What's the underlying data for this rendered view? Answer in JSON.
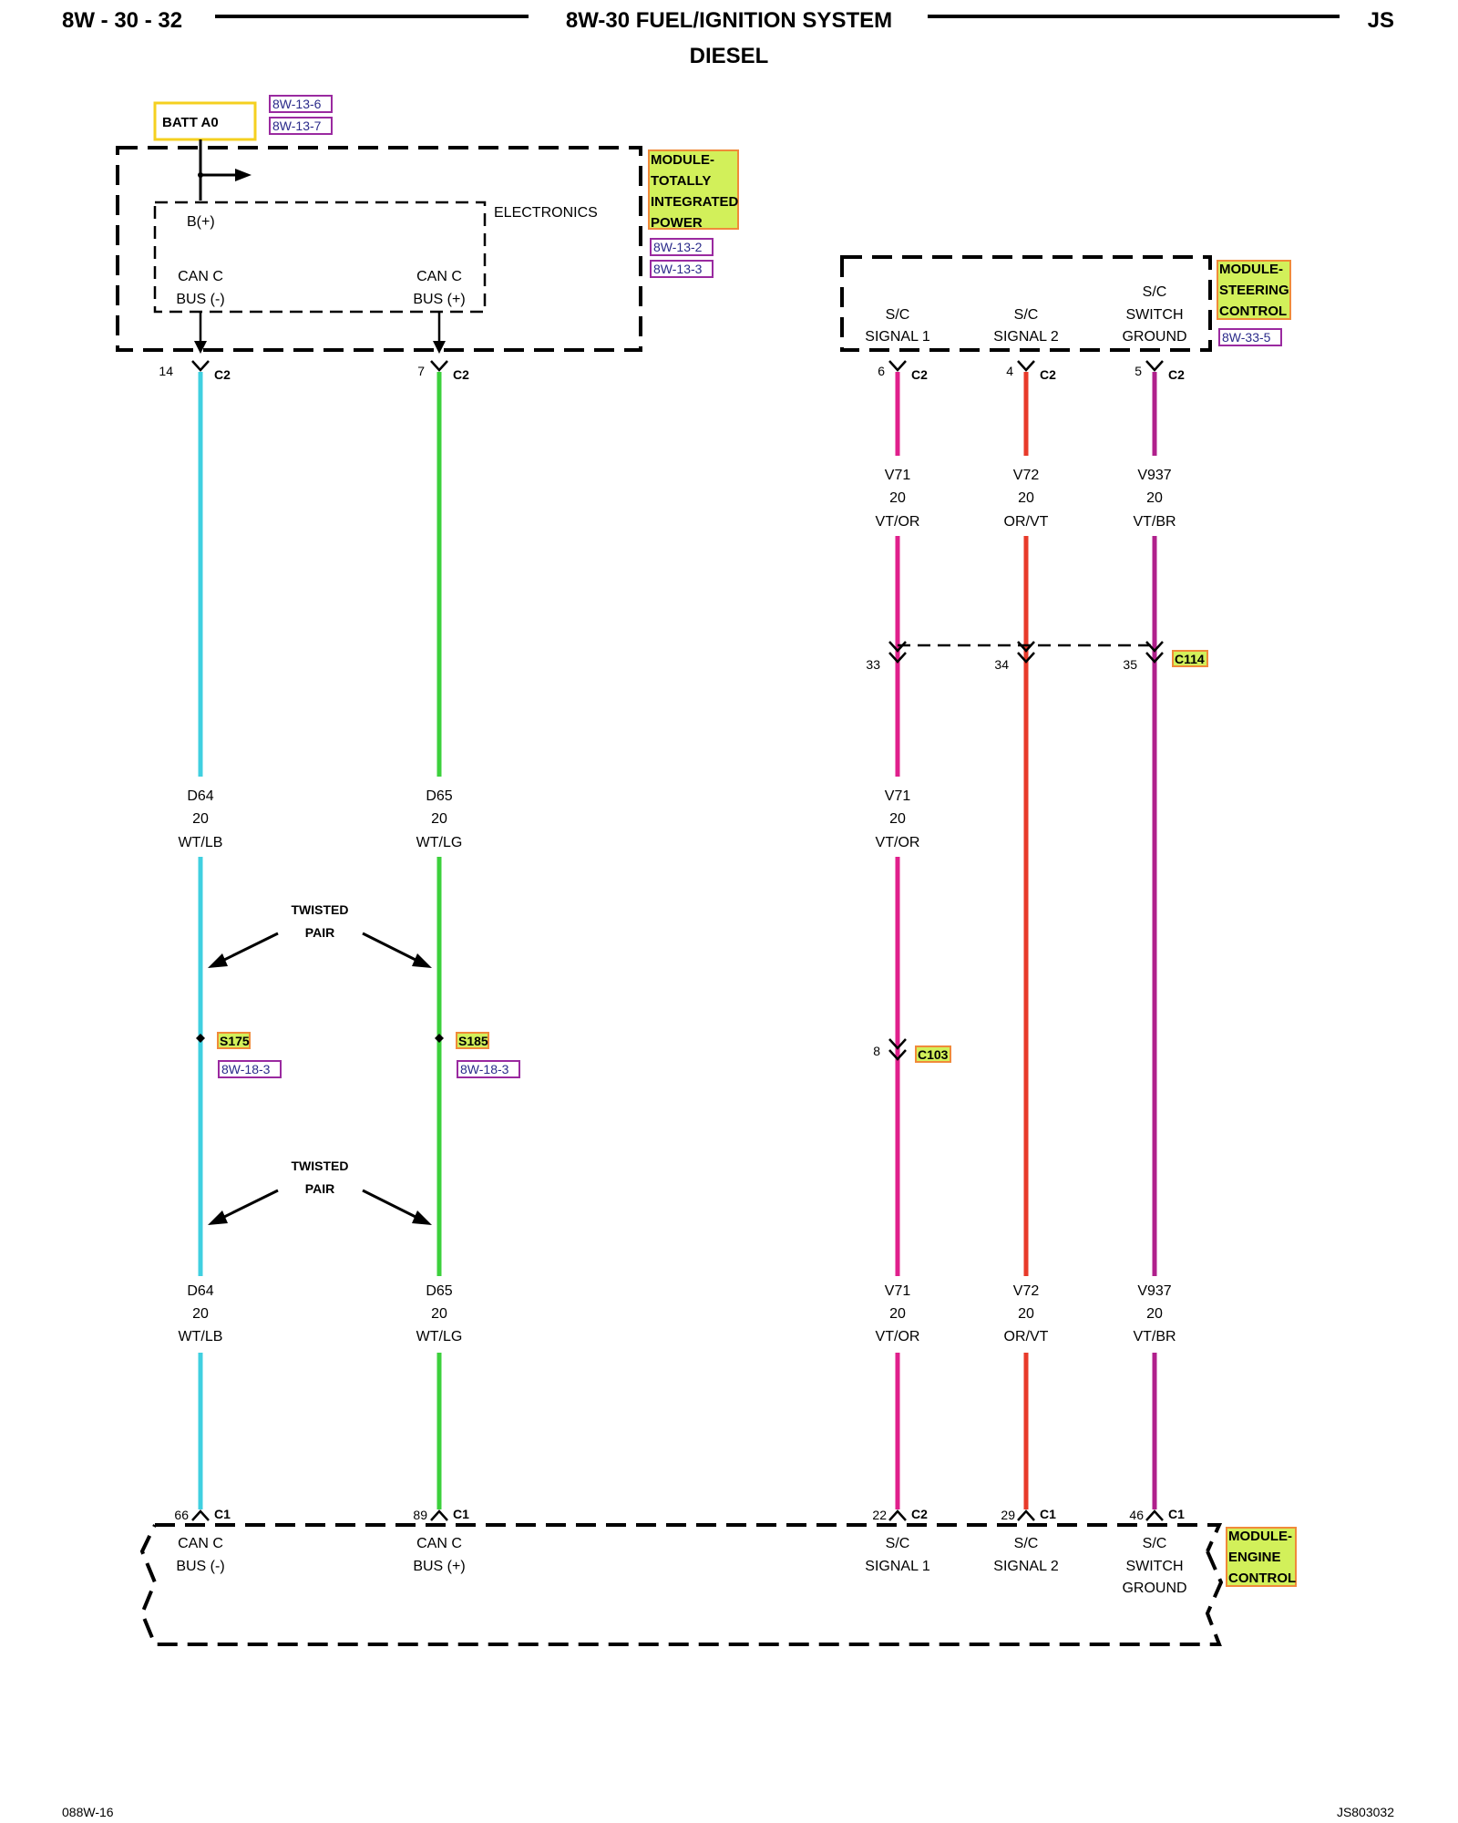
{
  "header": {
    "page_left": "8W - 30 - 32",
    "title": "8W-30 FUEL/IGNITION SYSTEM",
    "subtitle": "DIESEL",
    "page_right": "JS"
  },
  "batt": {
    "label": "BATT A0",
    "refs": [
      "8W-13-6",
      "8W-13-7"
    ]
  },
  "tipm": {
    "name_lines": [
      "MODULE-",
      "TOTALLY",
      "INTEGRATED",
      "POWER"
    ],
    "refs": [
      "8W-13-2",
      "8W-13-3"
    ],
    "electronics": "ELECTRONICS",
    "bplus": "B(+)",
    "pins": [
      {
        "lines": [
          "CAN C",
          "BUS (-)"
        ],
        "pin": "14",
        "conn": "C2"
      },
      {
        "lines": [
          "CAN C",
          "BUS (+)"
        ],
        "pin": "7",
        "conn": "C2"
      }
    ]
  },
  "scm": {
    "name_lines": [
      "MODULE-",
      "STEERING",
      "CONTROL"
    ],
    "ref": "8W-33-5",
    "pins": [
      {
        "lines": [
          "S/C",
          "SIGNAL 1"
        ],
        "pin": "6",
        "conn": "C2"
      },
      {
        "lines": [
          "S/C",
          "SIGNAL 2"
        ],
        "pin": "4",
        "conn": "C2"
      },
      {
        "lines": [
          "S/C",
          "SWITCH",
          "GROUND"
        ],
        "pin": "5",
        "conn": "C2"
      }
    ]
  },
  "wires": [
    {
      "circuit": "D64",
      "gauge": "20",
      "color": "WT/LB",
      "stroke": "#40d0e0"
    },
    {
      "circuit": "D65",
      "gauge": "20",
      "color": "WT/LG",
      "stroke": "#3cd03c"
    },
    {
      "circuit": "V71",
      "gauge": "20",
      "color": "VT/OR",
      "stroke": "#e0208c"
    },
    {
      "circuit": "V72",
      "gauge": "20",
      "color": "OR/VT",
      "stroke": "#e83a2a"
    },
    {
      "circuit": "V937",
      "gauge": "20",
      "color": "VT/BR",
      "stroke": "#b0208c"
    }
  ],
  "c114": {
    "name": "C114",
    "pins": [
      "33",
      "34",
      "35"
    ]
  },
  "c103": {
    "name": "C103",
    "pin": "8"
  },
  "splices": [
    {
      "name": "S175",
      "ref": "8W-18-3"
    },
    {
      "name": "S185",
      "ref": "8W-18-3"
    }
  ],
  "twisted": [
    "TWISTED",
    "PAIR"
  ],
  "ecm": {
    "name_lines": [
      "MODULE-",
      "ENGINE",
      "CONTROL"
    ],
    "pins": [
      {
        "lines": [
          "CAN C",
          "BUS (-)"
        ],
        "pin": "66",
        "conn": "C1"
      },
      {
        "lines": [
          "CAN C",
          "BUS (+)"
        ],
        "pin": "89",
        "conn": "C1"
      },
      {
        "lines": [
          "S/C",
          "SIGNAL 1"
        ],
        "pin": "22",
        "conn": "C2"
      },
      {
        "lines": [
          "S/C",
          "SIGNAL 2"
        ],
        "pin": "29",
        "conn": "C1"
      },
      {
        "lines": [
          "S/C",
          "SWITCH",
          "GROUND"
        ],
        "pin": "46",
        "conn": "C1"
      }
    ]
  },
  "footer": {
    "left": "088W-16",
    "right": "JS803032"
  },
  "colors": {
    "highlight_fill": "#d2f05a",
    "highlight_border": "#f08a3a",
    "batt_border": "#f5d020",
    "ref_border": "#9a2aa0"
  }
}
